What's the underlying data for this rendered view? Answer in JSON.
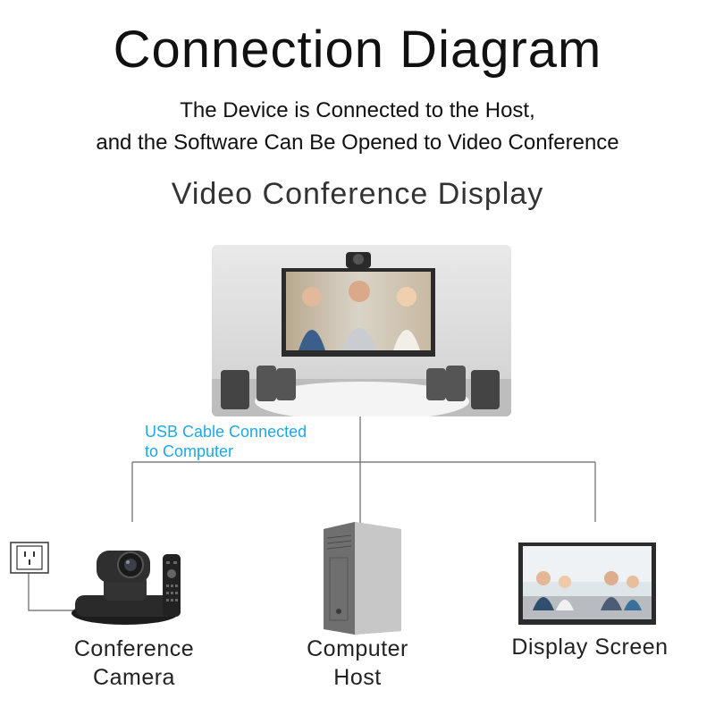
{
  "header": {
    "title": "Connection Diagram",
    "subtitle_line1": "The Device is Connected to the Host,",
    "subtitle_line2": "and the Software Can Be Opened to Video Conference"
  },
  "display_section": {
    "heading": "Video Conference Display"
  },
  "cable": {
    "label_line1": "USB Cable Connected",
    "label_line2": "to Computer",
    "color": "#1fa8e6"
  },
  "devices": {
    "camera_label_line1": "Conference",
    "camera_label_line2": "Camera",
    "host_label_line1": "Computer",
    "host_label_line2": "Host",
    "display_label": "Display Screen"
  },
  "icons": {
    "power_outlet": "power-outlet-icon",
    "camera": "ptz-camera-icon",
    "remote": "remote-control-icon",
    "host": "computer-tower-icon",
    "monitor": "display-monitor-icon"
  }
}
